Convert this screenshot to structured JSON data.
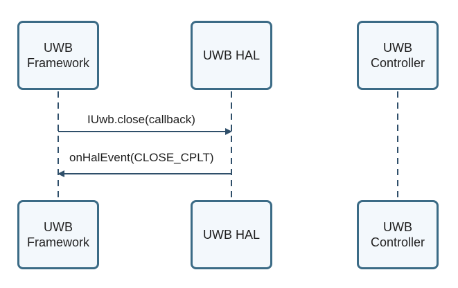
{
  "colors": {
    "box_border": "#3b6b86",
    "box_fill": "#f3f8fc",
    "line": "#2f4f6a"
  },
  "participants": [
    {
      "id": "framework",
      "label": "UWB\nFramework"
    },
    {
      "id": "hal",
      "label": "UWB HAL"
    },
    {
      "id": "controller",
      "label": "UWB\nController"
    }
  ],
  "messages": [
    {
      "from": "framework",
      "to": "hal",
      "label": "IUwb.close(callback)"
    },
    {
      "from": "hal",
      "to": "framework",
      "label": "onHalEvent(CLOSE_CPLT)"
    }
  ]
}
